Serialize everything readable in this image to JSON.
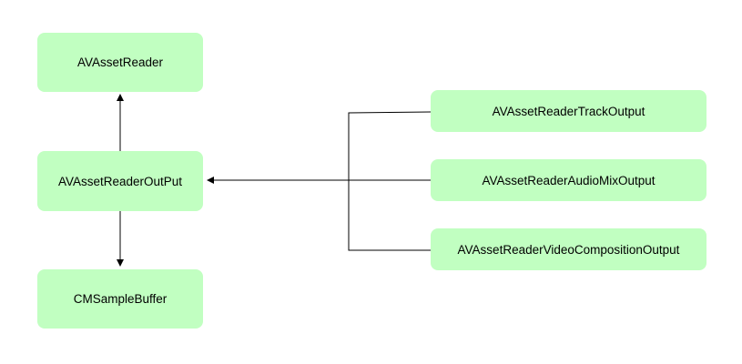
{
  "diagram": {
    "nodes": {
      "asset_reader": "AVAssetReader",
      "reader_output": "AVAssetReaderOutPut",
      "sample_buffer": "CMSampleBuffer",
      "track_output": "AVAssetReaderTrackOutput",
      "audio_mix_output": "AVAssetReaderAudioMixOutput",
      "video_composition_output": "AVAssetReaderVideoCompositionOutput"
    },
    "edges": [
      {
        "from": "reader_output",
        "to": "asset_reader",
        "arrow": "end"
      },
      {
        "from": "reader_output",
        "to": "sample_buffer",
        "arrow": "end"
      },
      {
        "from": "audio_mix_output",
        "to": "reader_output",
        "arrow": "end"
      },
      {
        "from": "track_output",
        "to": "reader_output",
        "arrow": "none"
      },
      {
        "from": "video_composition_output",
        "to": "reader_output",
        "arrow": "none"
      }
    ],
    "colors": {
      "node_fill": "#c1ffc1",
      "edge": "#000000",
      "background": "#ffffff"
    }
  }
}
